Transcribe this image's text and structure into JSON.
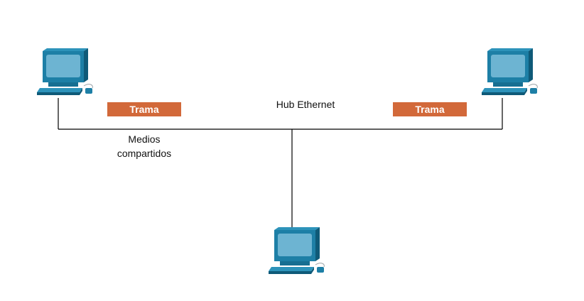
{
  "diagram": {
    "hub_label": "Hub Ethernet",
    "shared_media_label_line1": "Medios",
    "shared_media_label_line2": "compartidos",
    "frame_left_label": "Trama",
    "frame_right_label": "Trama",
    "nodes": [
      {
        "id": "pc-left",
        "icon": "desktop-computer-icon"
      },
      {
        "id": "pc-right",
        "icon": "desktop-computer-icon"
      },
      {
        "id": "pc-bottom",
        "icon": "desktop-computer-icon"
      }
    ],
    "colors": {
      "frame": "#d2693a",
      "link": "#000000",
      "pc_body": "#1d7fa6",
      "pc_screen": "#6db4d2",
      "pc_dark": "#0f5a78"
    }
  }
}
